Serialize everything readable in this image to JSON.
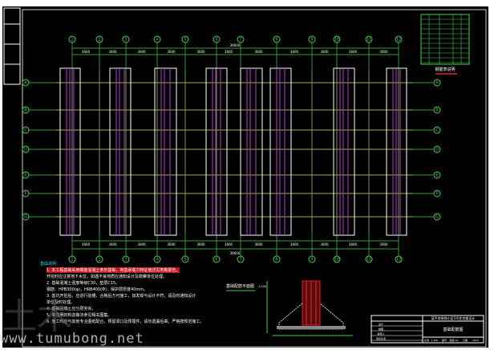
{
  "drawing": {
    "axes_top": [
      "1",
      "2",
      "3",
      "4",
      "5",
      "6",
      "7",
      "8",
      "9",
      "10",
      "11",
      "12"
    ],
    "axes_left": [
      "A",
      "B",
      "C",
      "D",
      "E",
      "F",
      "G"
    ],
    "dimension_segment": "3600",
    "dimension_total": "39600",
    "section_title": "基础配筋平面图",
    "section_scale": "1:100",
    "legend_title": "钢筋表说明"
  },
  "notes": {
    "title": "基础说明：",
    "items": [
      "1. 本工程基础采用钢筋混凝土条形基础，地基承载力特征值详见地勘报告。",
      "   开挖时应注意地下水位，如遇不良地质应通知设计及勘察单位处理。",
      "2. 基础混凝土强度等级C30，垫层C15。",
      "   钢筋：HPB300(φ)，HRB400(Φ)，保护层厚度40mm。",
      "3. 基坑开挖后，应进行验槽，合格后方可施工，如发现与设计不符，请及时通知设计",
      "   单位及时处理。",
      "4. 基础回填土应分层夯实。",
      "5. 未注明的构造做法参见相关图集。",
      "6. 施工时应与其他专业图纸配合，预留洞口及预埋件，请勿遗漏后凿，严格按规范施工。"
    ]
  },
  "title_block": {
    "project": "某平房装饰小区5号住宅楼设计",
    "drawing_name": "基础配筋图",
    "rows": [
      "设计",
      "制图",
      "审核人",
      "项目负责"
    ],
    "scale_label": "比例",
    "scale_value": "1:100",
    "sheet_label": "图号",
    "sheet_value": "结施-01",
    "date_label": "日期",
    "date_value": "2019"
  },
  "watermark": "www.tumubong.net",
  "colors": {
    "axis": "#3fd34a",
    "beam": "#e0242a",
    "column": "#b23ad9",
    "outline": "#ffffff"
  }
}
